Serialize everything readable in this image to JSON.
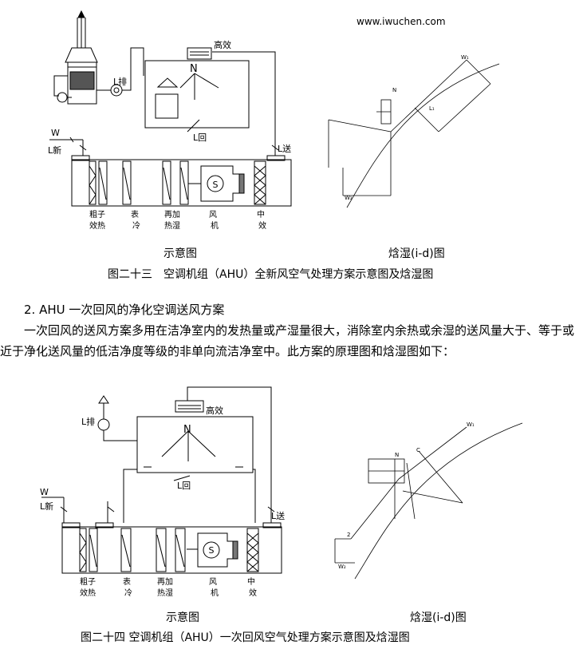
{
  "watermark": "www.iwuchen.com",
  "fig23": {
    "labels": {
      "gaoxiao": "高效",
      "N": "N",
      "L_pai": "L排",
      "L_hui": "L回",
      "W": "W",
      "L_xin": "L新",
      "L_song": "L送",
      "cuxiao_reheat": [
        "粗子",
        "效热"
      ],
      "biaoleng": [
        "表",
        "冷"
      ],
      "zairejiashi": [
        "再加",
        "热湿"
      ],
      "fengji": [
        "风",
        "机"
      ],
      "zhongxiao": [
        "中",
        "效"
      ]
    },
    "schematic_caption": "示意图",
    "id_caption": "焓湿(i-d)图",
    "caption": "图二十三　空调机组（AHU）全新风空气处理方案示意图及焓湿图"
  },
  "section": {
    "heading": "2. AHU 一次回风的净化空调送风方案",
    "paragraph": "一次回风的送风方案多用在洁净室内的发热量或产湿量很大，消除室内余热或余湿的送风量大于、等于或近于净化送风量的低洁净度等级的非单向流洁净室中。此方案的原理图和焓湿图如下："
  },
  "fig24": {
    "labels": {
      "gaoxiao": "高效",
      "N": "N",
      "L_pai": "L排",
      "L_hui": "L回",
      "W": "W",
      "L_xin": "L新",
      "L_song": "L送"
    },
    "schematic_caption": "示意图",
    "id_caption": "焓湿(i-d)图",
    "caption": "图二十四 空调机组（AHU）一次回风空气处理方案示意图及焓湿图"
  }
}
